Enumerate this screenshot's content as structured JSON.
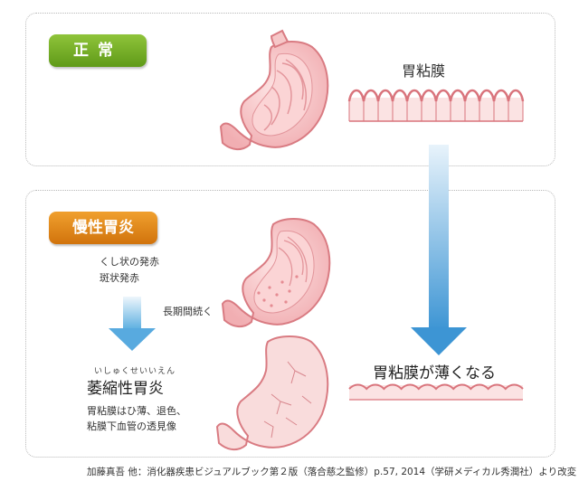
{
  "normal": {
    "badge": "正常",
    "mucosa_label": "胃粘膜"
  },
  "chronic": {
    "badge": "慢性胃炎",
    "redness_line1": "くし状の発赤",
    "redness_line2": "斑状発赤",
    "long_term": "長期間続く",
    "atrophic_ruby": "いしゅくせいいえん",
    "atrophic_title": "萎縮性胃炎",
    "desc_line1": "胃粘膜はひ薄、退色、",
    "desc_line2": "粘膜下血管の透見像",
    "thin_label": "胃粘膜が薄くなる"
  },
  "source": "加藤真吾 他：消化器疾患ビジュアルブック第２版（落合慈之監修）p.57, 2014（学研メディカル秀潤社）より改変",
  "colors": {
    "normal_badge": "#6fa822",
    "chronic_badge": "#e08818",
    "stomach_fill": "#f6c7c8",
    "stomach_outline": "#d97b82",
    "arrow_blue": "#4a9fd8"
  }
}
